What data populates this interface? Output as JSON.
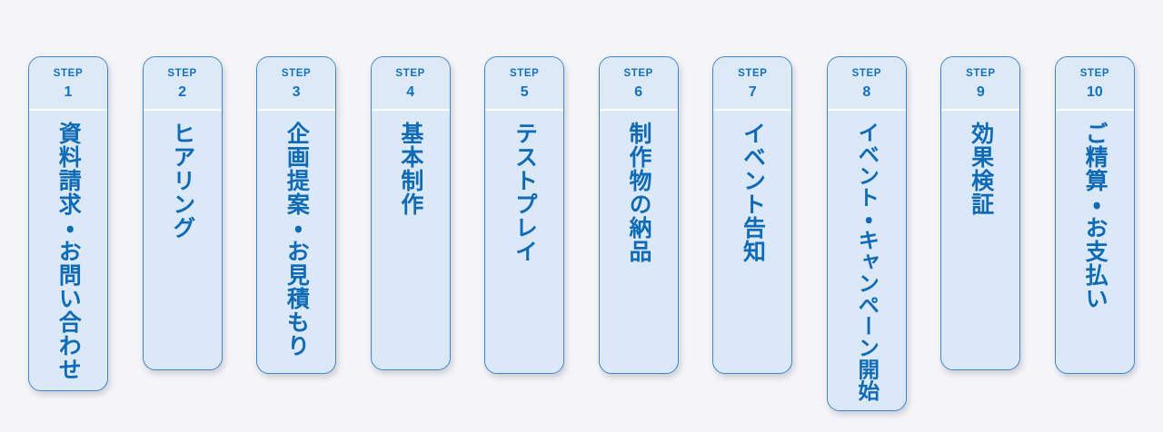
{
  "theme": {
    "page_background": "#f5f5f9",
    "card_background": "#dbe8f7",
    "card_header_background": "#dde9f7",
    "card_border": "#3f86cc",
    "divider": "#ffffff",
    "step_text_color": "#1171c0",
    "label_text_color": "#0f6bb5"
  },
  "diagram": {
    "type": "step-flow",
    "orientation": "horizontal",
    "step_count": 10,
    "step_word": "STEP"
  },
  "steps": [
    {
      "word": "STEP",
      "number": "1",
      "label": "資料請求・お問い合わせ"
    },
    {
      "word": "STEP",
      "number": "2",
      "label": "ヒアリング"
    },
    {
      "word": "STEP",
      "number": "3",
      "label": "企画提案・お見積もり"
    },
    {
      "word": "STEP",
      "number": "4",
      "label": "基本制作"
    },
    {
      "word": "STEP",
      "number": "5",
      "label": "テストプレイ"
    },
    {
      "word": "STEP",
      "number": "6",
      "label": "制作物の納品"
    },
    {
      "word": "STEP",
      "number": "7",
      "label": "イベント告知"
    },
    {
      "word": "STEP",
      "number": "8",
      "label": "イベント・キャンペーン開始"
    },
    {
      "word": "STEP",
      "number": "9",
      "label": "効果検証"
    },
    {
      "word": "STEP",
      "number": "10",
      "label": "ご精算・お支払い"
    }
  ]
}
